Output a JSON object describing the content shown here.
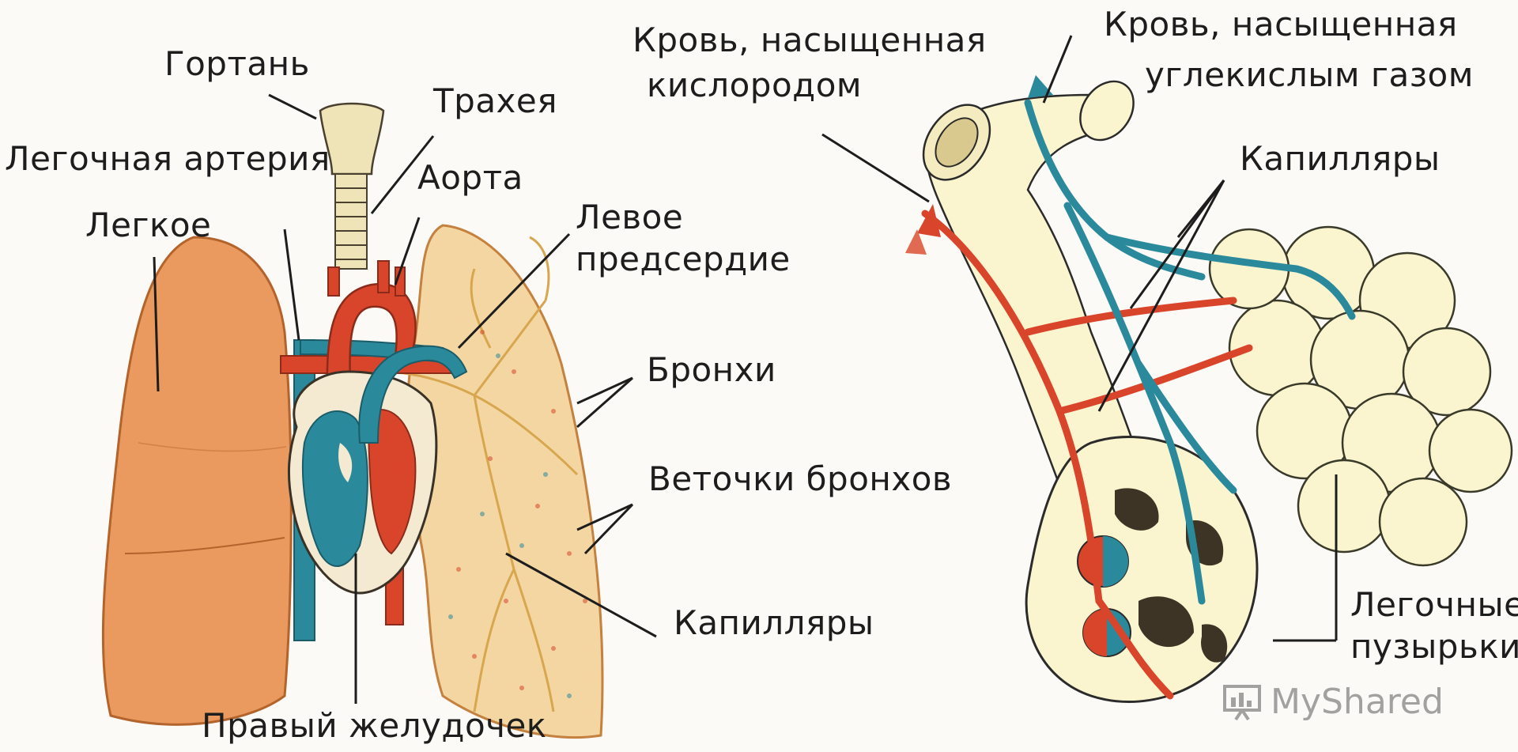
{
  "labels": {
    "larynx": "Гортань",
    "trachea": "Трахея",
    "pulmonary_artery": "Легочная артерия",
    "aorta": "Аорта",
    "lung": "Легкое",
    "left_atrium_1": "Левое",
    "left_atrium_2": "предсердие",
    "bronchi": "Бронхи",
    "bronchial_branches": "Веточки бронхов",
    "capillaries_left": "Капилляры",
    "right_ventricle": "Правый желудочек",
    "oxygen_blood_1": "Кровь, насыщенная",
    "oxygen_blood_2": "кислородом",
    "co2_blood_1": "Кровь, насыщенная",
    "co2_blood_2": "углекислым газом",
    "capillaries_right": "Капилляры",
    "alveoli_1": "Легочные",
    "alveoli_2": "пузырьки"
  },
  "watermark": {
    "text": "MyShared"
  },
  "colors": {
    "lung": "#e9935a",
    "lung_light": "#f6d6a8",
    "artery": "#d9452b",
    "vein": "#2a8a9c",
    "alveolus": "#fbf5cf",
    "line": "#1d1d1d"
  }
}
